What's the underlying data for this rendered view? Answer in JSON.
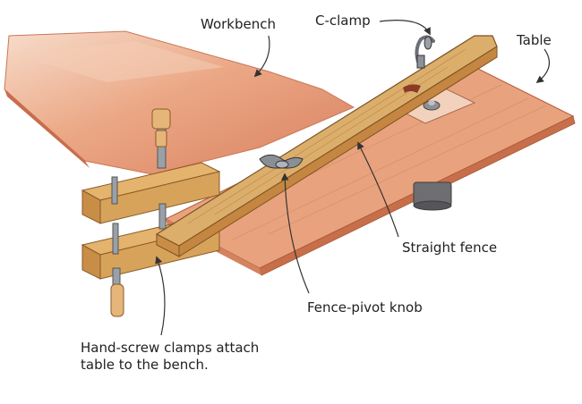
{
  "labels": {
    "workbench": "Workbench",
    "c_clamp": "C-clamp",
    "table": "Table",
    "straight_fence": "Straight fence",
    "fence_pivot_knob": "Fence-pivot knob",
    "hand_screw_clamps": "Hand-screw clamps attach table to the bench."
  },
  "colors": {
    "workbench": "#d9805e",
    "workbench_light": "#f1c3a8",
    "table_top": "#e9a27e",
    "table_edge": "#c76f4a",
    "fence_top": "#dcae6c",
    "fence_side": "#c88e48",
    "clamp_jaw": "#d7a35a",
    "clamp_jaw_side": "#b98338",
    "handle": "#e6b57a",
    "screw": "#9aa0a8",
    "router_motor": "#6e6e70",
    "base_plate": "#f2d2bd",
    "leader": "#333333"
  }
}
